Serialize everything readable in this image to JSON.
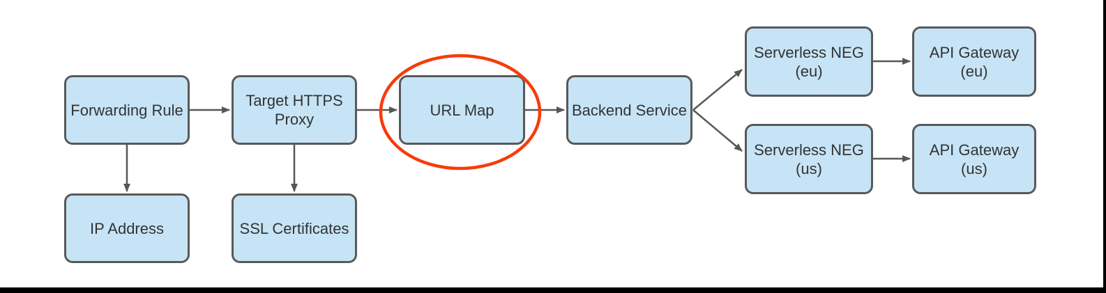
{
  "diagram": {
    "nodes": [
      {
        "id": "forwarding-rule",
        "label": "Forwarding Rule"
      },
      {
        "id": "target-https-proxy",
        "label": "Target HTTPS\nProxy"
      },
      {
        "id": "url-map",
        "label": "URL Map"
      },
      {
        "id": "backend-service",
        "label": "Backend Service"
      },
      {
        "id": "serverless-neg-eu",
        "label": "Serverless NEG\n(eu)"
      },
      {
        "id": "api-gateway-eu",
        "label": "API Gateway\n(eu)"
      },
      {
        "id": "serverless-neg-us",
        "label": "Serverless NEG\n(us)"
      },
      {
        "id": "api-gateway-us",
        "label": "API Gateway\n(us)"
      },
      {
        "id": "ip-address",
        "label": "IP Address"
      },
      {
        "id": "ssl-certificates",
        "label": "SSL Certificates"
      }
    ],
    "edges": [
      {
        "from": "forwarding-rule",
        "to": "target-https-proxy"
      },
      {
        "from": "target-https-proxy",
        "to": "url-map"
      },
      {
        "from": "url-map",
        "to": "backend-service"
      },
      {
        "from": "backend-service",
        "to": "serverless-neg-eu"
      },
      {
        "from": "backend-service",
        "to": "serverless-neg-us"
      },
      {
        "from": "serverless-neg-eu",
        "to": "api-gateway-eu"
      },
      {
        "from": "serverless-neg-us",
        "to": "api-gateway-us"
      },
      {
        "from": "forwarding-rule",
        "to": "ip-address"
      },
      {
        "from": "target-https-proxy",
        "to": "ssl-certificates"
      }
    ],
    "annotation": {
      "shape": "ellipse",
      "around": "url-map",
      "color": "#f63c0a"
    },
    "colors": {
      "node_fill": "#c6e4f6",
      "node_border": "#595959",
      "connector": "#575757",
      "annotation": "#f63c0a",
      "text": "#333333",
      "frame": "#000000",
      "background": "#ffffff"
    }
  }
}
